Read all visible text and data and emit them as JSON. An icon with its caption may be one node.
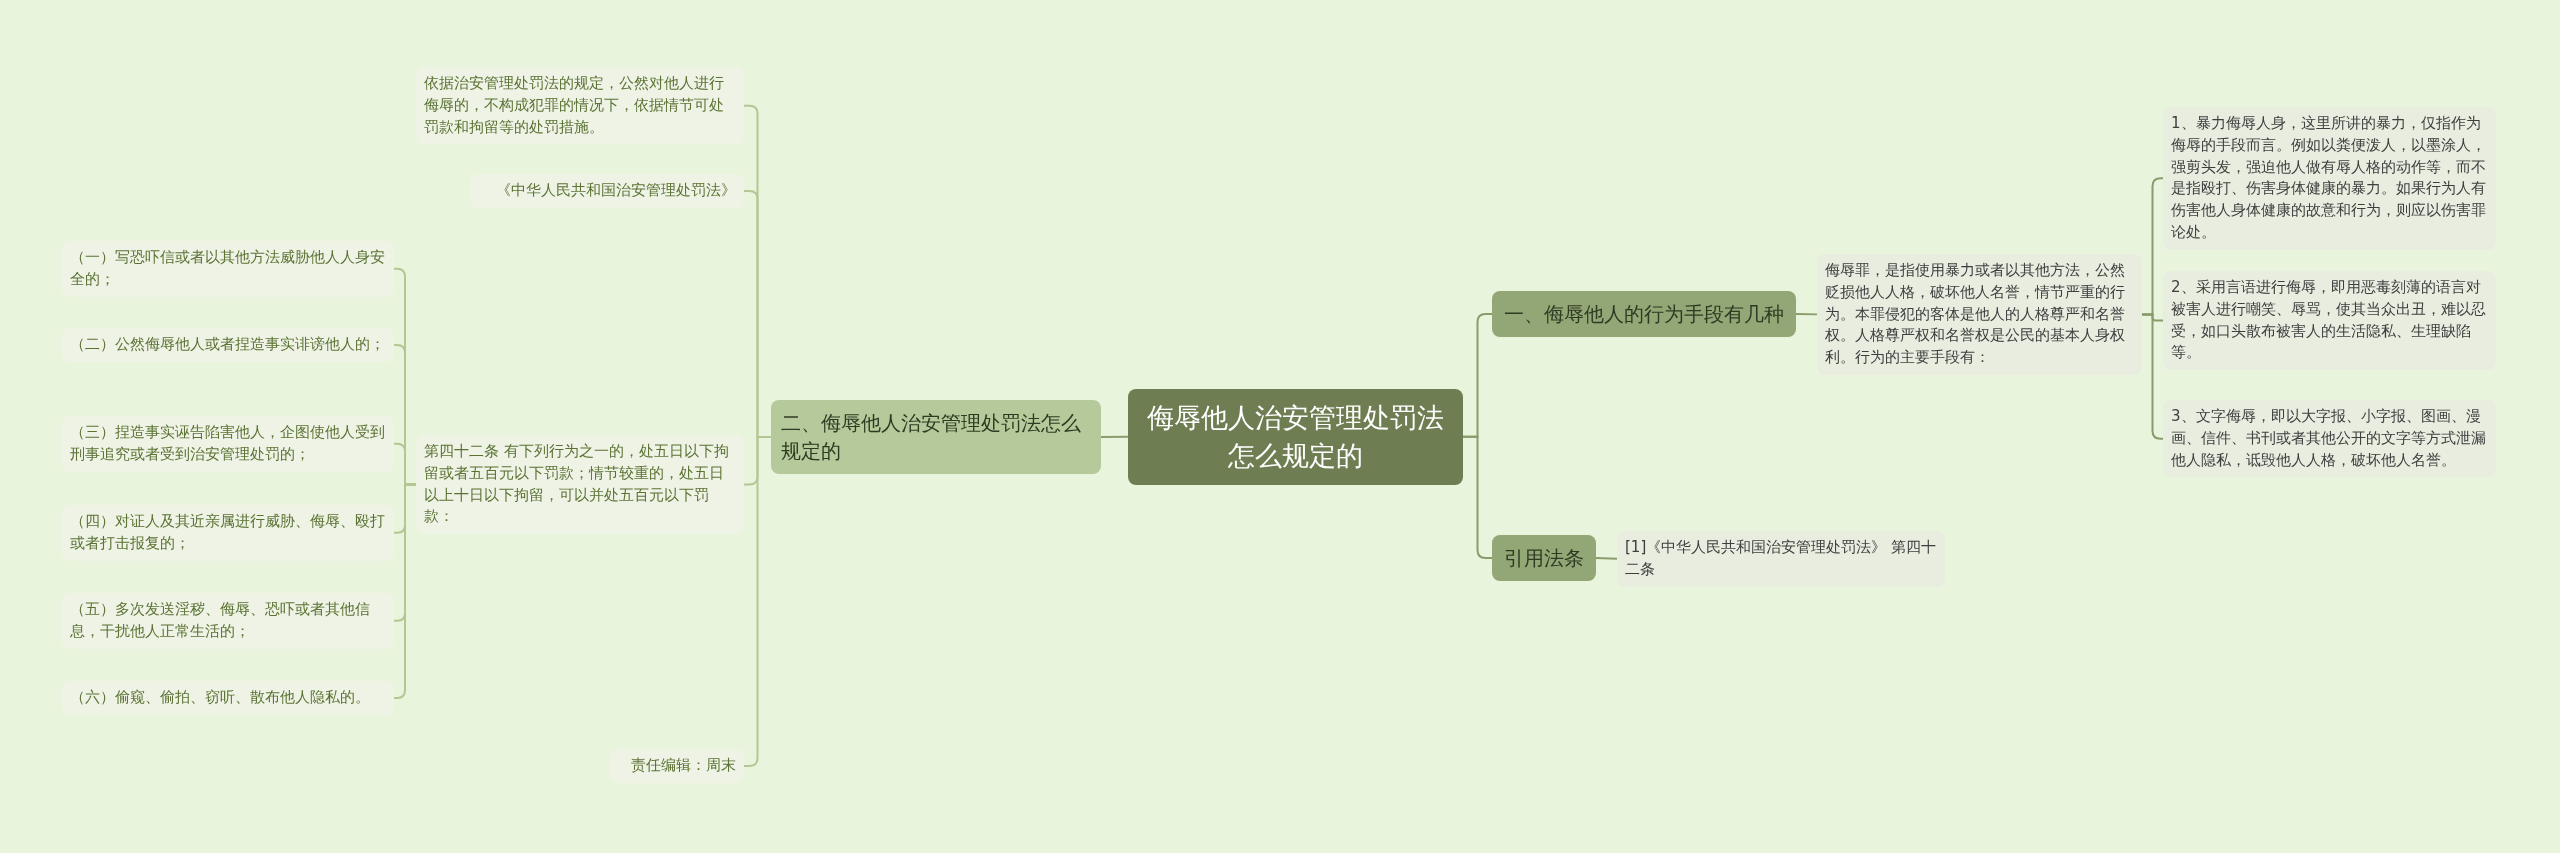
{
  "diagram": {
    "nodes": [
      {
        "text": [
          "侮辱他人治安管理处罚法怎么规定的"
        ]
      },
      {
        "text": [
          "一、侮辱他人的行为手段有几种"
        ]
      },
      {
        "text": [
          "侮辱罪，是指使用暴力或者以其他方法，公然贬损他人人格，破坏他人名誉，情节严重的行为。本罪侵犯的客体是他人的人格尊严和名誉权。人格尊严权和名誉权是公民的基本人身权利。行为的主要手段有："
        ]
      },
      {
        "text": [
          "1、暴力侮辱人身，这里所讲的暴力，仅指作为侮辱的手段而言。例如以粪便泼人，以墨涂人，强剪头发，强迫他人做有辱人格的动作等，而不是指殴打、伤害身体健康的暴力。如果行为人有伤害他人身体健康的故意和行为，则应以伤害罪论处。"
        ]
      },
      {
        "text": [
          "2、采用言语进行侮辱，即用恶毒刻薄的语言对被害人进行嘲笑、辱骂，使其当众出丑，难以忍受，如口头散布被害人的生活隐私、生理缺陷等。"
        ]
      },
      {
        "text": [
          "3、文字侮辱，即以大字报、小字报、图画、漫画、信件、书刊或者其他公开的文字等方式泄漏他人隐私，诋毁他人人格，破坏他人名誉。"
        ]
      },
      {
        "text": [
          "引用法条"
        ]
      },
      {
        "text": [
          "[1]《中华人民共和国治安管理处罚法》 第四十二条"
        ]
      },
      {
        "text": [
          "二、侮辱他人治安管理处罚法怎么规定的"
        ]
      },
      {
        "text": [
          "依据治安管理处罚法的规定，公然对他人进行侮辱的，不构成犯罪的情况下，依据情节可处罚款和拘留等的处罚措施。"
        ]
      },
      {
        "text": [
          "《中华人民共和国治安管理处罚法》"
        ]
      },
      {
        "text": [
          "第四十二条 有下列行为之一的，处五日以下拘留或者五百元以下罚款；情节较重的，处五日以上十日以下拘留，可以并处五百元以下罚款："
        ]
      },
      {
        "text": [
          "责任编辑：周末"
        ]
      },
      {
        "text": [
          "（一）写恐吓信或者以其他方法威胁他人人身安全的；"
        ]
      },
      {
        "text": [
          "（二）公然侮辱他人或者捏造事实诽谤他人的；"
        ]
      },
      {
        "text": [
          "（三）捏造事实诬告陷害他人，企图使他人受到刑事追究或者受到治安管理处罚的；"
        ]
      },
      {
        "text": [
          "（四）对证人及其近亲属进行威胁、侮辱、殴打或者打击报复的；"
        ]
      },
      {
        "text": [
          "（五）多次发送淫秽、侮辱、恐吓或者其他信息，干扰他人正常生活的；"
        ]
      },
      {
        "text": [
          "（六）偷窥、偷拍、窃听、散布他人隐私的。"
        ]
      }
    ],
    "edges": [
      {
        "from": 0,
        "to": 1,
        "arrow": "none"
      },
      {
        "from": 0,
        "to": 6,
        "arrow": "none"
      },
      {
        "from": 0,
        "to": 8,
        "arrow": "none"
      },
      {
        "from": 1,
        "to": 2,
        "arrow": "none"
      },
      {
        "from": 2,
        "to": 3,
        "arrow": "none"
      },
      {
        "from": 2,
        "to": 4,
        "arrow": "none"
      },
      {
        "from": 2,
        "to": 5,
        "arrow": "none"
      },
      {
        "from": 6,
        "to": 7,
        "arrow": "none"
      },
      {
        "from": 8,
        "to": 9,
        "arrow": "none"
      },
      {
        "from": 8,
        "to": 10,
        "arrow": "none"
      },
      {
        "from": 8,
        "to": 11,
        "arrow": "none"
      },
      {
        "from": 8,
        "to": 12,
        "arrow": "none"
      },
      {
        "from": 11,
        "to": 13,
        "arrow": "none"
      },
      {
        "from": 11,
        "to": 14,
        "arrow": "none"
      },
      {
        "from": 11,
        "to": 15,
        "arrow": "none"
      },
      {
        "from": 11,
        "to": 16,
        "arrow": "none"
      },
      {
        "from": 11,
        "to": 17,
        "arrow": "none"
      },
      {
        "from": 11,
        "to": 18,
        "arrow": "none"
      }
    ]
  }
}
